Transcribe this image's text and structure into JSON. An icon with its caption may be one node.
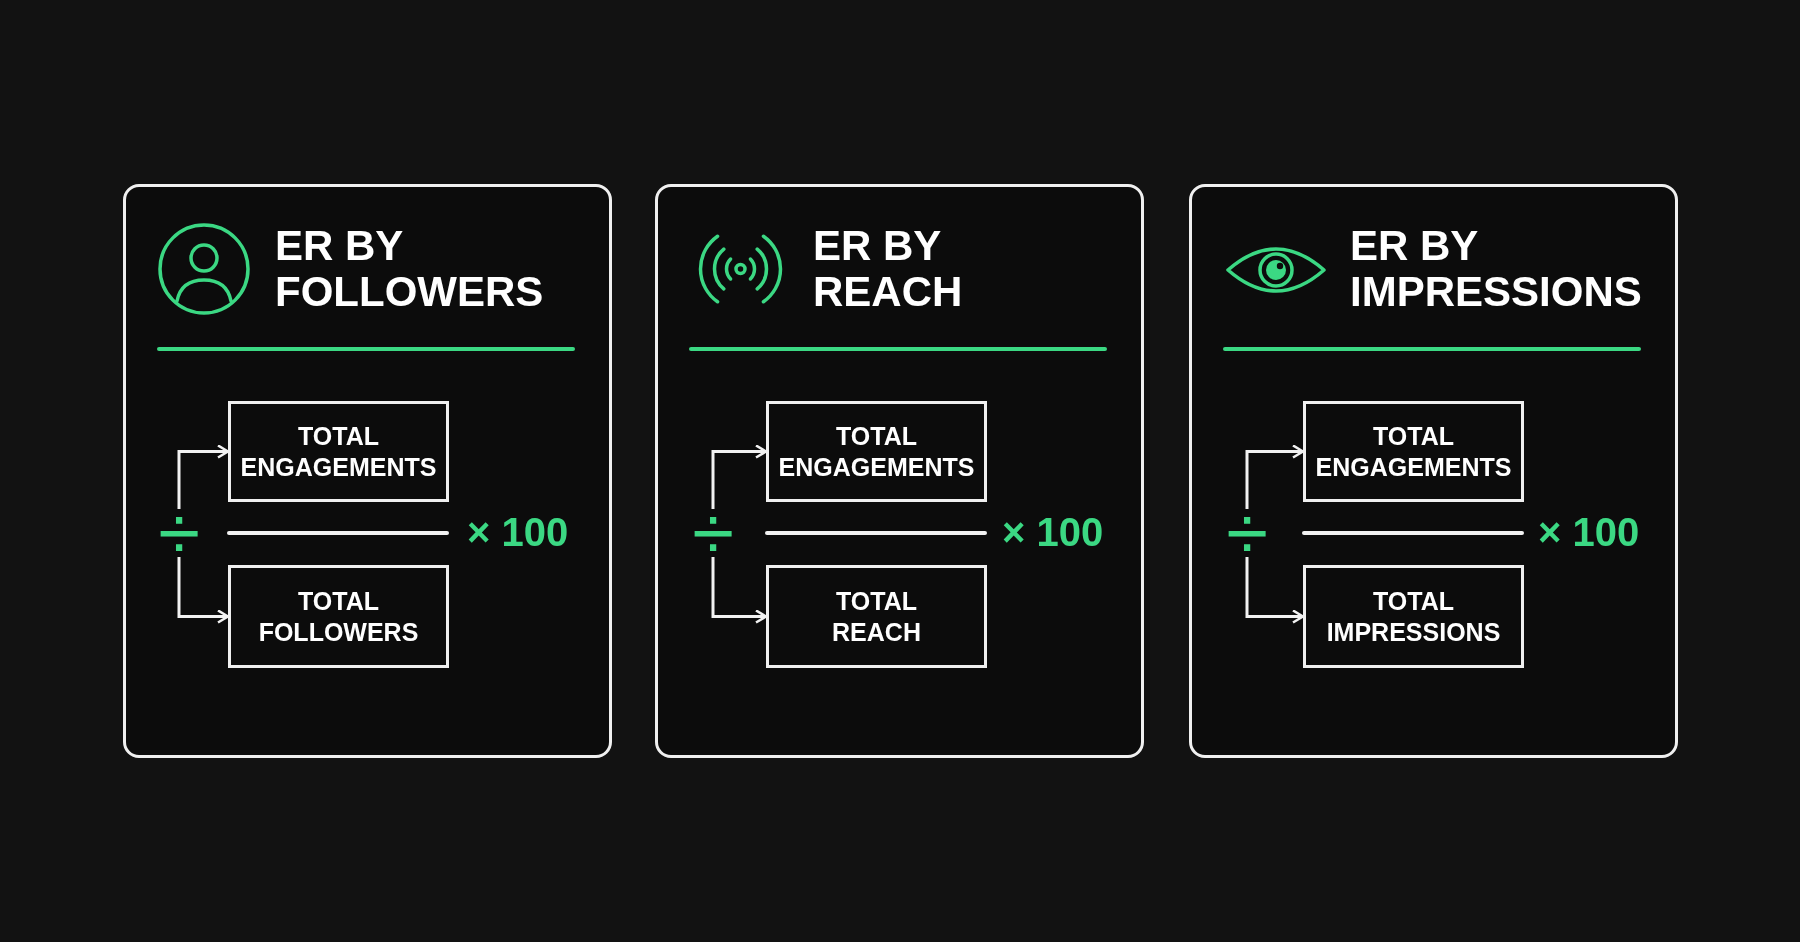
{
  "diagram": {
    "nodes": [
      {
        "text": [
          "ER BY FOLLOWERS"
        ]
      },
      {
        "text": [
          "÷"
        ],
        "in": 0
      },
      {
        "text": [
          "TOTAL ENGAGEMENTS"
        ],
        "in": 0
      },
      {
        "text": [
          "TOTAL FOLLOWERS"
        ],
        "in": 0
      },
      {
        "text": [
          "ER BY REACH"
        ]
      },
      {
        "text": [
          "÷"
        ],
        "in": 4
      },
      {
        "text": [
          "TOTAL ENGAGEMENTS"
        ],
        "in": 4
      },
      {
        "text": [
          "TOTAL REACH"
        ],
        "in": 4
      },
      {
        "text": [
          "ER BY IMPRESSIONS"
        ]
      },
      {
        "text": [
          "÷"
        ],
        "in": 8
      },
      {
        "text": [
          "TOTAL ENGAGEMENTS"
        ],
        "in": 8
      },
      {
        "text": [
          "TOTAL IMPRESSIONS"
        ],
        "in": 8
      }
    ],
    "edges": [
      {
        "from": 1,
        "to": 2,
        "arrow": "to"
      },
      {
        "from": 1,
        "to": 3,
        "arrow": "to"
      },
      {
        "from": 5,
        "to": 6,
        "arrow": "to"
      },
      {
        "from": 5,
        "to": 7,
        "arrow": "to"
      },
      {
        "from": 9,
        "to": 10,
        "arrow": "to"
      },
      {
        "from": 9,
        "to": 11,
        "arrow": "to"
      }
    ],
    "labels": [
      "× 100",
      "× 100",
      "× 100"
    ]
  }
}
